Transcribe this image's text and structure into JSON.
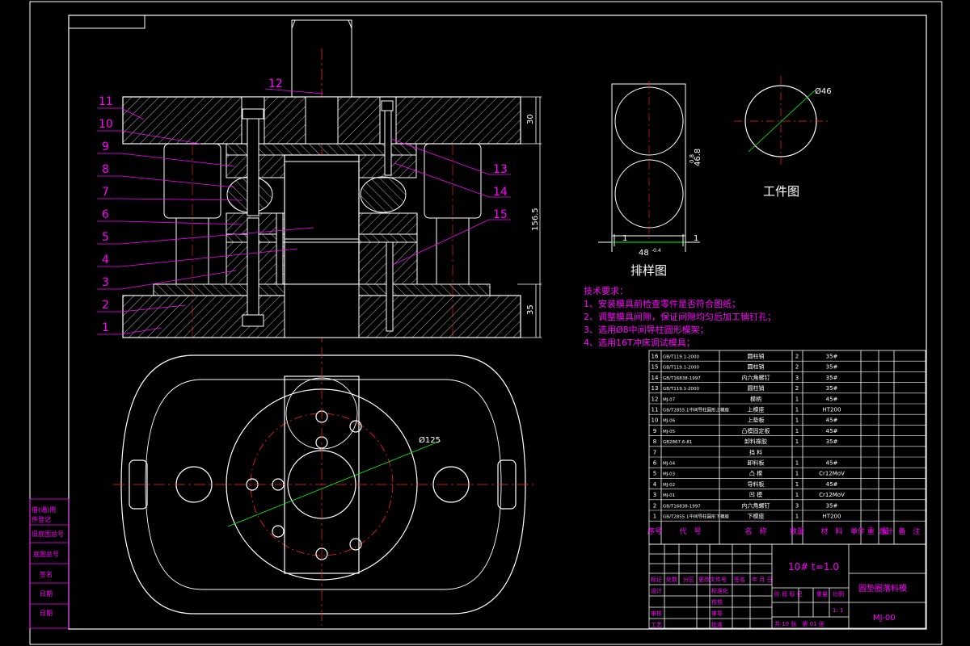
{
  "colors": {
    "background": "#000000",
    "outline": "#ffffff",
    "centerline": "#ff2020",
    "leader": "#ff00ff",
    "hatch": "#ffffff",
    "dimension": "#00ff00",
    "note_text": "#ff00ff",
    "table_text": "#ffffff"
  },
  "callouts": {
    "left": [
      "11",
      "10",
      "9",
      "8",
      "7",
      "6",
      "5",
      "4",
      "3",
      "2",
      "1"
    ],
    "top": "12",
    "right": [
      "13",
      "14",
      "15"
    ]
  },
  "dimensions": {
    "top_plate": "30",
    "bottom_plate": "35",
    "total_height": "156.5",
    "workpiece_diameter": "Ø46",
    "bolt_circle": "Ø125",
    "strip_width": "48",
    "strip_tolerance": "-0.4",
    "pitch": "46.8",
    "pitch_small": "0.8",
    "edge_left": "1",
    "edge_right": "1"
  },
  "labels": {
    "strip_layout": "排样图",
    "workpiece": "工件图"
  },
  "tech_requirements": {
    "heading": "技术要求：",
    "items": [
      "1、安装模具前检查零件是否符合图纸；",
      "2、调整模具间隙，保证间隙均匀后加工销钉孔；",
      "3、选用Ø8中间导柱圆形模架；",
      "4、选用16T冲床调试模具；"
    ]
  },
  "bom": {
    "rows": [
      {
        "no": "16",
        "code": "GB/T119.1-2000",
        "name": "圆柱销",
        "qty": "2",
        "material": "35#"
      },
      {
        "no": "15",
        "code": "GB/T119.1-2000",
        "name": "圆柱销",
        "qty": "2",
        "material": "35#"
      },
      {
        "no": "14",
        "code": "GB/T16838-1997",
        "name": "内六角螺钉",
        "qty": "3",
        "material": "35#"
      },
      {
        "no": "13",
        "code": "GB/T119.1-2000",
        "name": "圆柱销",
        "qty": "2",
        "material": "35#"
      },
      {
        "no": "12",
        "code": "MJ-07",
        "name": "模柄",
        "qty": "1",
        "material": "45#"
      },
      {
        "no": "11",
        "code": "GB/T2855.1中间导柱圆形上模座",
        "name": "上模座",
        "qty": "1",
        "material": "HT200"
      },
      {
        "no": "10",
        "code": "MJ-06",
        "name": "上垫板",
        "qty": "1",
        "material": "45#"
      },
      {
        "no": "9",
        "code": "MJ-05",
        "name": "凸模固定板",
        "qty": "1",
        "material": "45#"
      },
      {
        "no": "8",
        "code": "GB2867.6-81",
        "name": "卸料橡胶",
        "qty": "1",
        "material": "35#"
      },
      {
        "no": "7",
        "code": "",
        "name": "挡 料",
        "qty": "",
        "material": ""
      },
      {
        "no": "6",
        "code": "MJ-04",
        "name": "卸料板",
        "qty": "1",
        "material": "45#"
      },
      {
        "no": "5",
        "code": "MJ-03",
        "name": "凸 模",
        "qty": "1",
        "material": "Cr12MoV"
      },
      {
        "no": "4",
        "code": "MJ-02",
        "name": "导料板",
        "qty": "1",
        "material": "45#"
      },
      {
        "no": "3",
        "code": "MJ-01",
        "name": "凹 模",
        "qty": "1",
        "material": "Cr12MoV"
      },
      {
        "no": "2",
        "code": "GB/T16838-1997",
        "name": "内六角螺钉",
        "qty": "3",
        "material": "35#"
      },
      {
        "no": "1",
        "code": "GB/T2855.1中间导柱圆形下模座",
        "name": "下模座",
        "qty": "1",
        "material": "HT200"
      }
    ],
    "header": {
      "no": "序号",
      "code": "代　号",
      "name": "名　称",
      "qty": "数量",
      "material": "材　料",
      "unit_weight": "单件\n重　量",
      "total_weight": "总计",
      "remark": "备　注"
    }
  },
  "title_block": {
    "material": "10#  t=1.0",
    "drawing_title": "圆垫圈落料模",
    "drawing_no": "MJ-00",
    "scale": "1: 1",
    "sheets": "共 10 张　第 01 张",
    "change_row": [
      "标记",
      "处数",
      "分区",
      "更改文件号",
      "签名",
      "年 月 日"
    ],
    "sign_rows": [
      [
        "设计",
        "",
        "标准化",
        ""
      ],
      [
        "",
        "",
        "校核",
        ""
      ],
      [
        "审核",
        "",
        "审导",
        ""
      ],
      [
        "工艺",
        "",
        "批准",
        ""
      ]
    ],
    "stage_labels": [
      "阶 段 标 记",
      "重量",
      "比例"
    ]
  },
  "side_block": [
    "借(通)用",
    "件登记",
    "旧底图总号",
    "底图总号",
    "签名",
    "日期",
    "日期"
  ]
}
